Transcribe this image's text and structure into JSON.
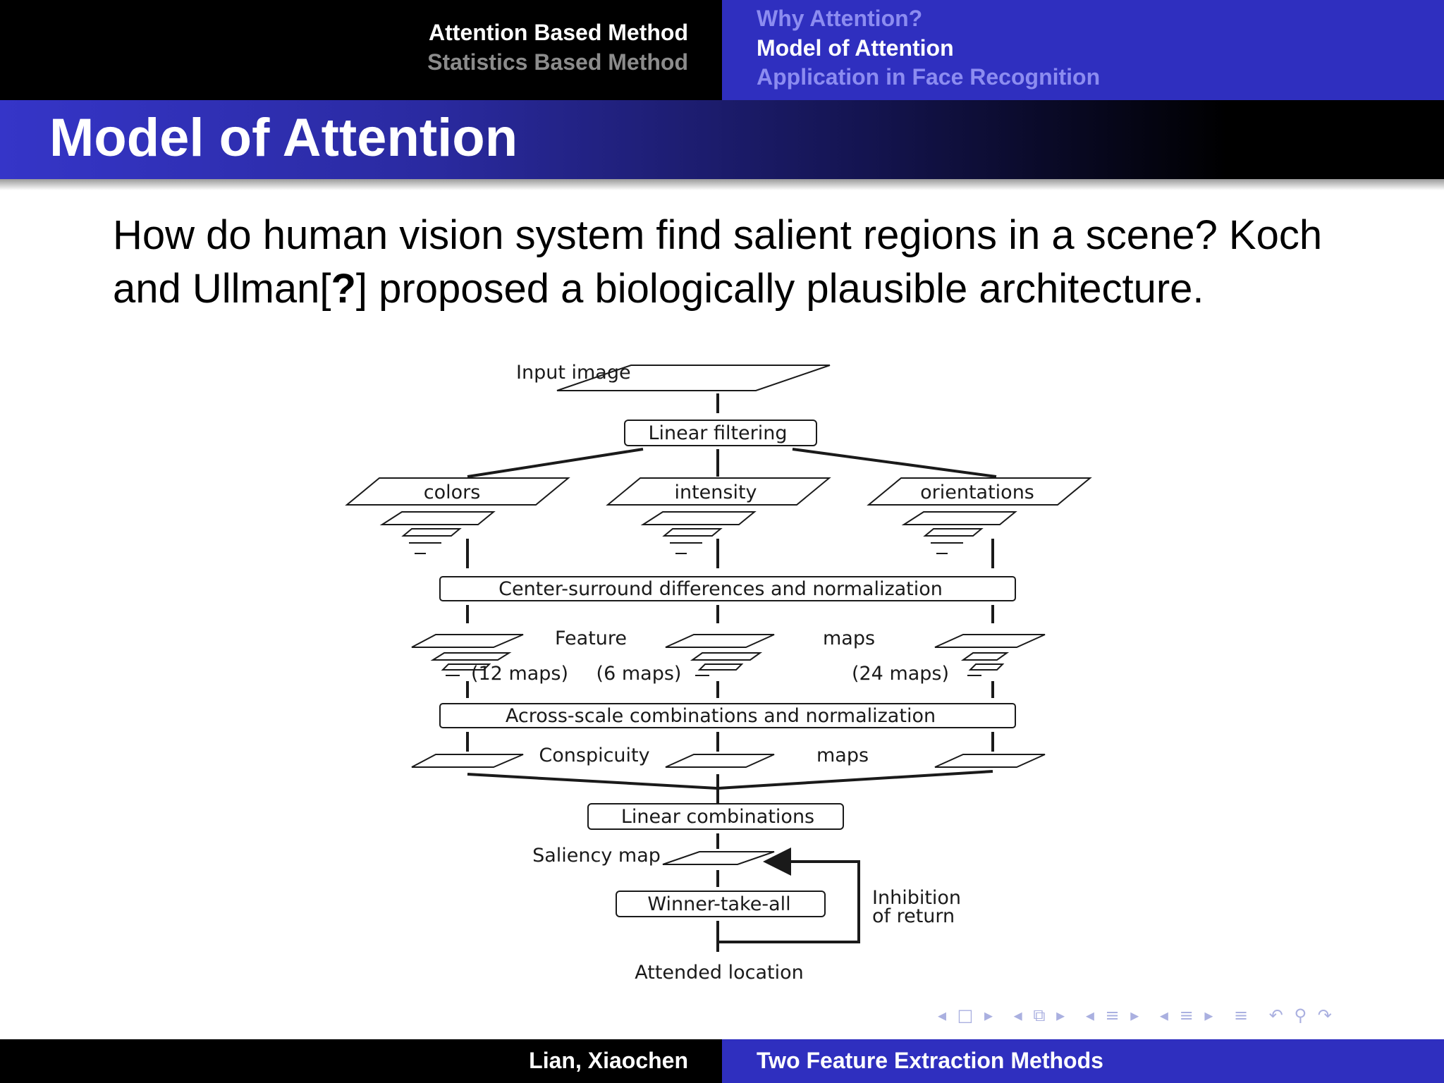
{
  "header": {
    "sections": [
      "Attention Based Method",
      "Statistics Based Method"
    ],
    "subsections": [
      "Why Attention?",
      "Model of Attention",
      "Application in Face Recognition"
    ]
  },
  "frame": {
    "title": "Model of Attention",
    "body_before_cite": "How do human vision system find salient regions in a scene? Koch and Ullman[",
    "citation": "?",
    "body_after_cite": "] proposed a biologically plausible architecture."
  },
  "diagram": {
    "input_image": "Input image",
    "linear_filtering": "Linear filtering",
    "colors": "colors",
    "intensity": "intensity",
    "orientations": "orientations",
    "center_surround": "Center-surround differences and normalization",
    "feature": "Feature",
    "maps": "maps",
    "twelve_maps": "(12 maps)",
    "six_maps": "(6 maps)",
    "twentyfour_maps": "(24 maps)",
    "across_scale": "Across-scale combinations and normalization",
    "conspicuity": "Conspicuity",
    "linear_combinations": "Linear combinations",
    "saliency_map": "Saliency map",
    "winner_take_all": "Winner-take-all",
    "inhibition": "Inhibition",
    "of_return": "of return",
    "attended_location": "Attended location"
  },
  "footer": {
    "author": "Lian, Xiaochen",
    "title": "Two Feature Extraction Methods"
  },
  "colors": {
    "nav_blue": "#2f2fbf",
    "nav_black": "#000000",
    "inactive_subsection": "#8c8cf0",
    "inactive_section": "#8c8c8c"
  }
}
